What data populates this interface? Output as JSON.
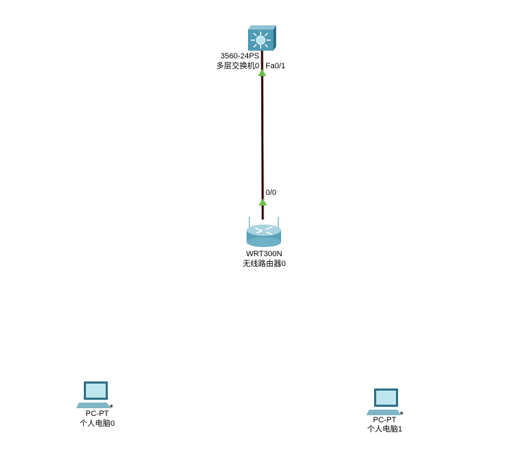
{
  "devices": [
    {
      "id": "switch",
      "model": "3560-24PS",
      "name": "多层交换机0"
    },
    {
      "id": "router",
      "model": "WRT300N",
      "name": "无线路由器0"
    },
    {
      "id": "pc0",
      "model": "PC-PT",
      "name": "个人电脑0"
    },
    {
      "id": "pc1",
      "model": "PC-PT",
      "name": "个人电脑1"
    }
  ],
  "links": [
    {
      "from_port": "Fa0/1",
      "to_port": "0/0",
      "status_color": "#6cc04a"
    }
  ]
}
